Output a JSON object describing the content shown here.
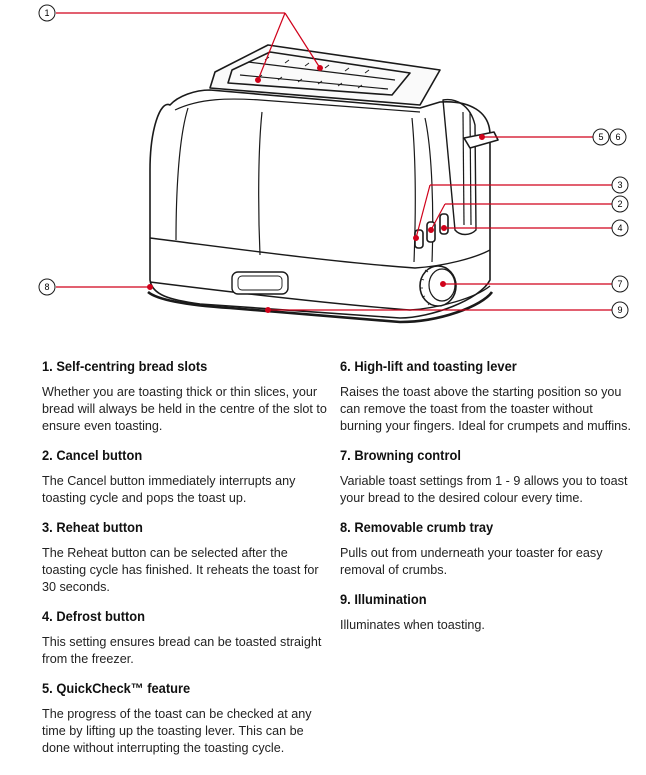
{
  "callouts": [
    "1",
    "2",
    "3",
    "4",
    "5",
    "6",
    "7",
    "8",
    "9"
  ],
  "features_left": [
    {
      "title": "1. Self-centring bread slots",
      "body": "Whether you are toasting thick or thin slices, your bread will always be held in the centre of the slot to ensure even toasting."
    },
    {
      "title": "2. Cancel button",
      "body": "The Cancel button immediately interrupts any toasting cycle and pops the toast up."
    },
    {
      "title": "3. Reheat button",
      "body": "The Reheat button can be selected after the toasting cycle has finished. It reheats the toast for 30 seconds."
    },
    {
      "title": "4. Defrost button",
      "body": "This setting ensures bread can be toasted straight from the freezer."
    },
    {
      "title": "5. QuickCheck™ feature",
      "body": "The progress of the toast can be checked at any time by lifting up the toasting lever. This can be done without interrupting the toasting cycle."
    }
  ],
  "features_right": [
    {
      "title": "6. High-lift and toasting lever",
      "body": "Raises the toast above the starting position so you can remove the toast from the toaster without burning your fingers. Ideal for crumpets and muffins."
    },
    {
      "title": "7. Browning control",
      "body": "Variable toast settings from 1 - 9 allows you to toast your bread to the desired colour every time."
    },
    {
      "title": "8. Removable crumb tray",
      "body": "Pulls out from underneath your toaster for easy removal of crumbs."
    },
    {
      "title": "9. Illumination",
      "body": "Illuminates when toasting."
    }
  ],
  "colors": {
    "leader": "#d0021b",
    "outline": "#1a1a1a"
  }
}
